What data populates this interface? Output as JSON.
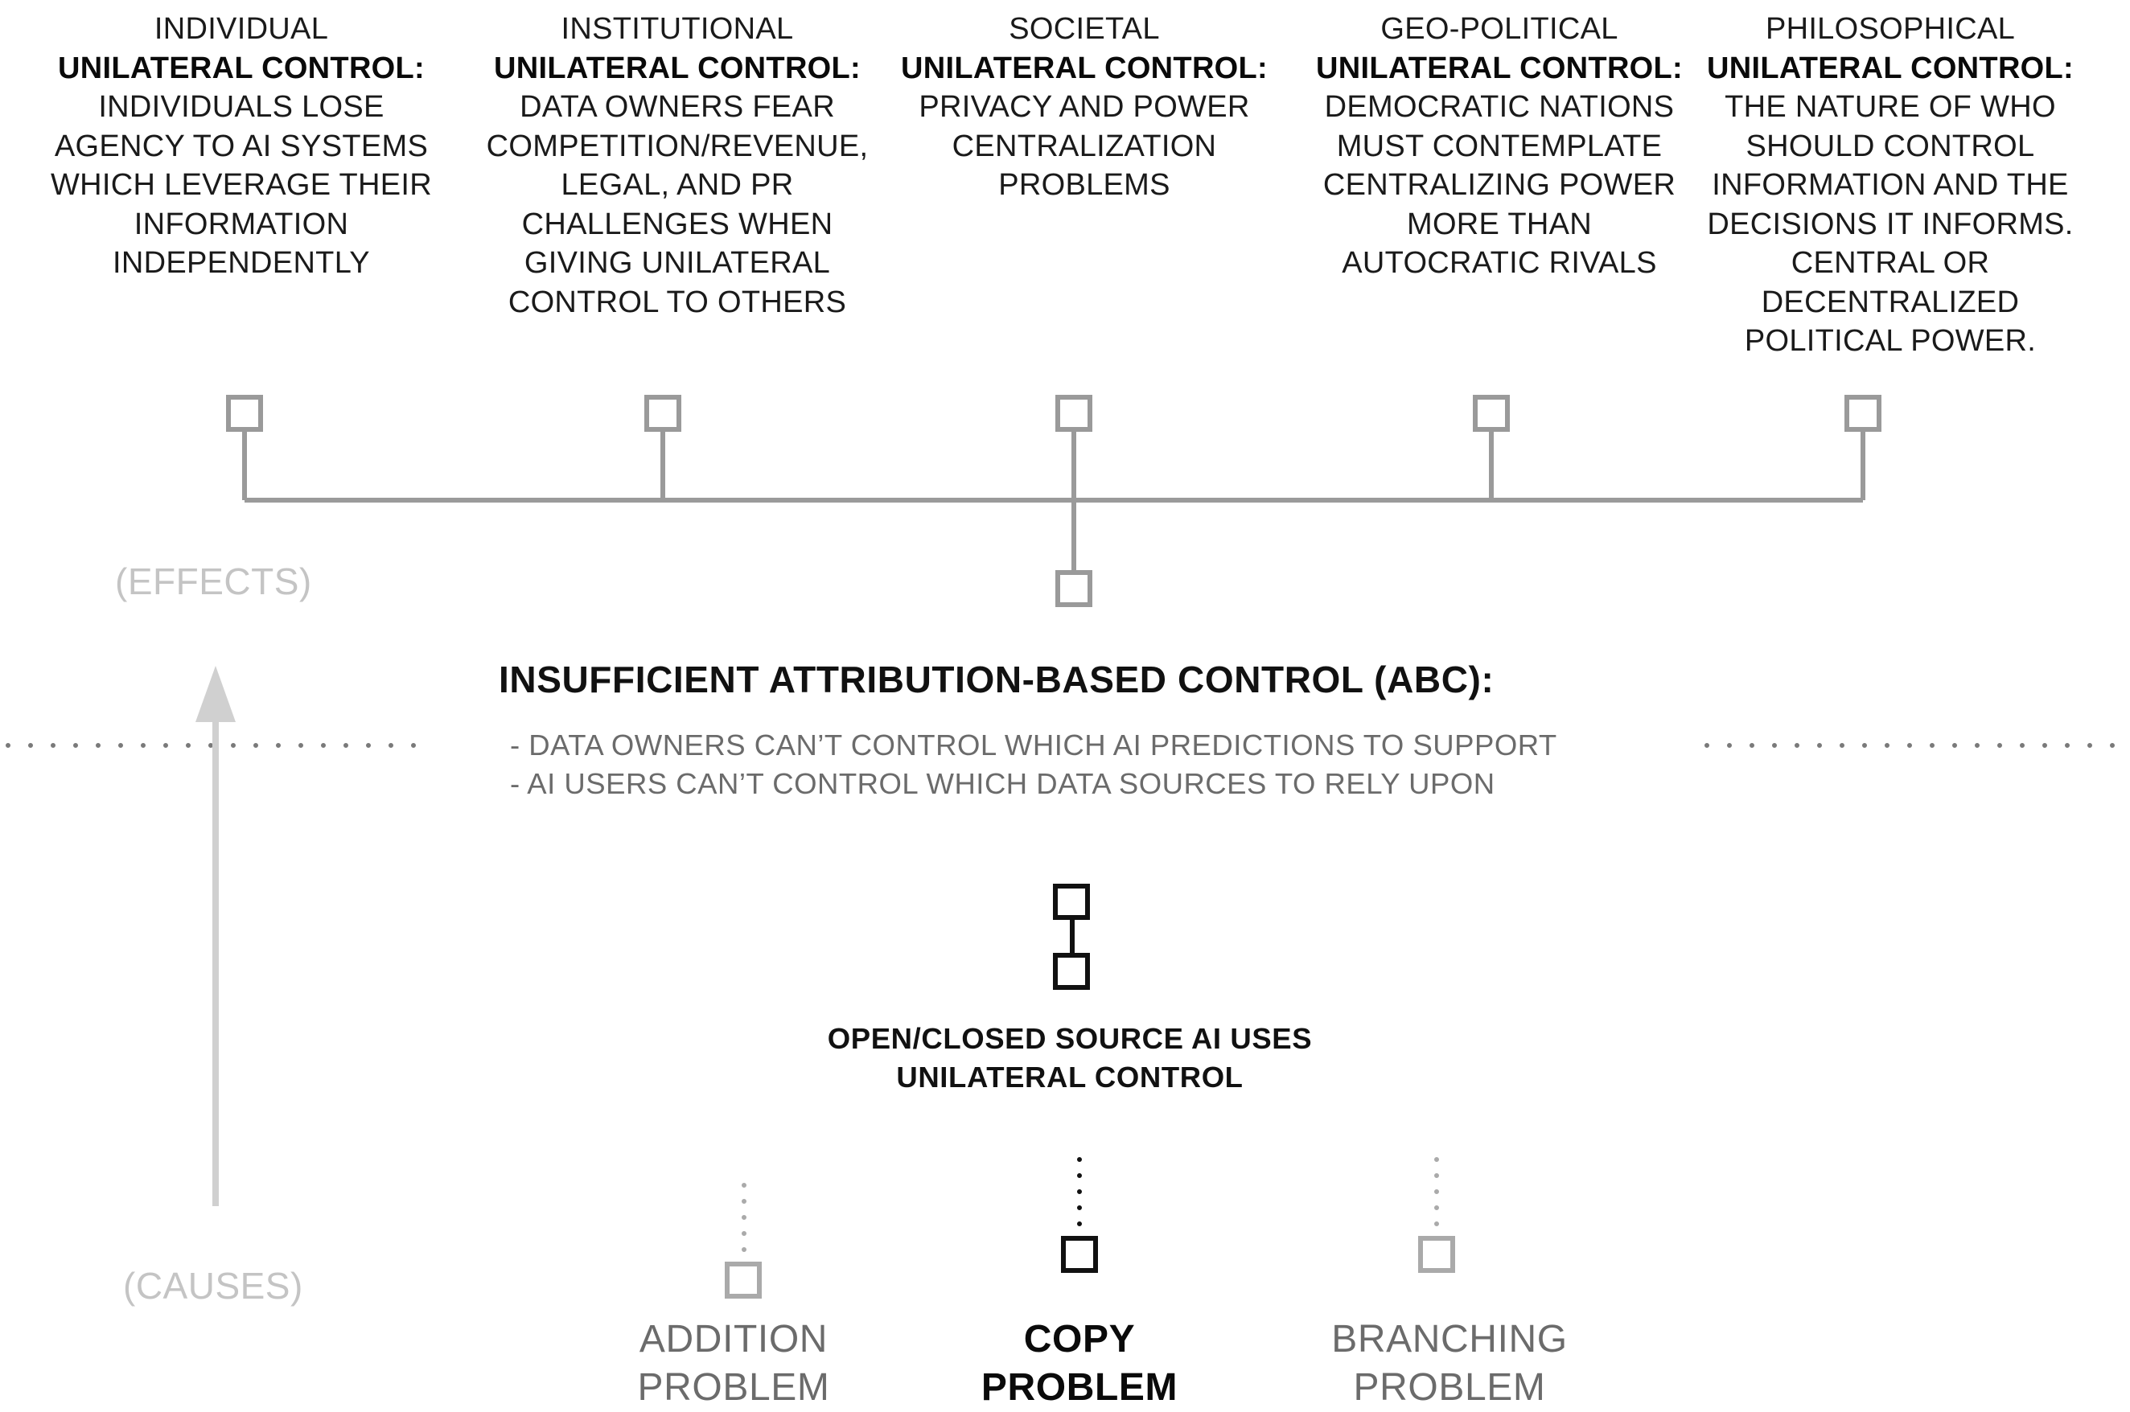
{
  "effects": [
    {
      "category": "INDIVIDUAL",
      "heading": "UNILATERAL CONTROL:",
      "lines": [
        "INDIVIDUALS LOSE",
        "AGENCY TO AI SYSTEMS",
        "WHICH LEVERAGE THEIR",
        "INFORMATION",
        "INDEPENDENTLY"
      ]
    },
    {
      "category": "INSTITUTIONAL",
      "heading": "UNILATERAL CONTROL:",
      "lines": [
        "DATA OWNERS FEAR",
        "COMPETITION/REVENUE,",
        "LEGAL, AND PR",
        "CHALLENGES WHEN",
        "GIVING UNILATERAL",
        "CONTROL TO OTHERS"
      ]
    },
    {
      "category": "SOCIETAL",
      "heading": "UNILATERAL CONTROL:",
      "lines": [
        "PRIVACY AND POWER",
        "CENTRALIZATION",
        "PROBLEMS"
      ]
    },
    {
      "category": "GEO-POLITICAL",
      "heading": "UNILATERAL CONTROL:",
      "lines": [
        "DEMOCRATIC NATIONS",
        "MUST CONTEMPLATE",
        "CENTRALIZING POWER",
        "MORE THAN",
        "AUTOCRATIC RIVALS"
      ]
    },
    {
      "category": "PHILOSOPHICAL",
      "heading": "UNILATERAL CONTROL:",
      "lines": [
        "THE NATURE OF WHO",
        "SHOULD CONTROL",
        "INFORMATION AND THE",
        "DECISIONS IT INFORMS.",
        "CENTRAL OR",
        "DECENTRALIZED",
        "POLITICAL POWER."
      ]
    }
  ],
  "effects_label": "(EFFECTS)",
  "causes_label": "(CAUSES)",
  "abc": {
    "title": "INSUFFICIENT ATTRIBUTION-BASED CONTROL (ABC):",
    "lines": [
      "- DATA OWNERS CAN’T CONTROL WHICH AI PREDICTIONS TO SUPPORT",
      "- AI USERS CAN’T CONTROL WHICH DATA SOURCES TO RELY UPON"
    ]
  },
  "open_closed": {
    "lines": [
      "OPEN/CLOSED SOURCE AI USES",
      "UNILATERAL CONTROL"
    ]
  },
  "causes": [
    {
      "lines": [
        "ADDITION",
        "PROBLEM"
      ],
      "emphasis": false
    },
    {
      "lines": [
        "COPY",
        "PROBLEM"
      ],
      "emphasis": true
    },
    {
      "lines": [
        "BRANCHING",
        "PROBLEM"
      ],
      "emphasis": false
    }
  ],
  "colors": {
    "tree": "#9a9a9a",
    "arrow": "#d0d0d0",
    "dotted_rule": "#7a7a7a",
    "dark": "#111111",
    "muted_text": "#6b6b6b",
    "faint_text": "#c4c4c4"
  }
}
